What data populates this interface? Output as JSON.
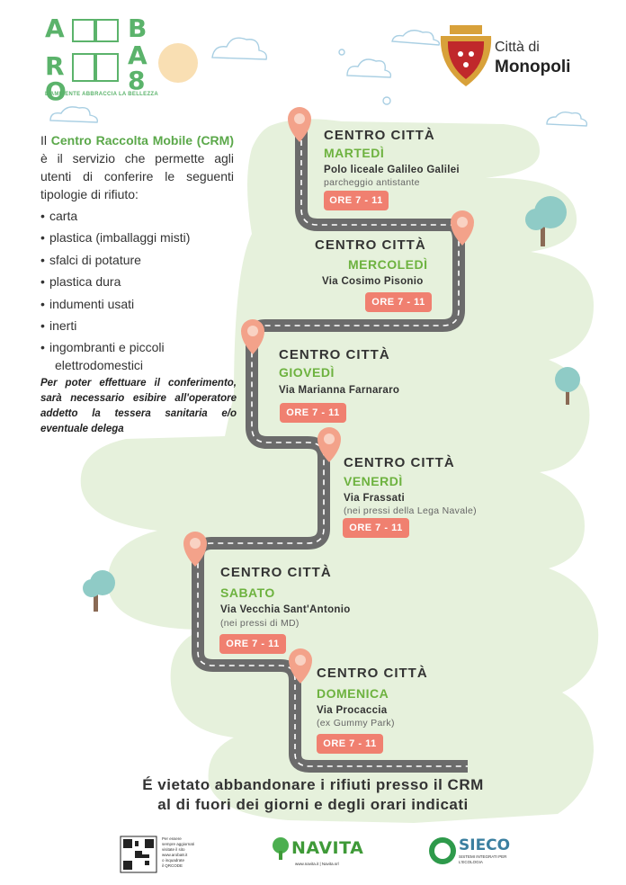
{
  "header": {
    "logo_letters": [
      "A",
      "R",
      "O",
      "B",
      "A",
      "8"
    ],
    "logo_tagline": "L'AMBIENTE ABBRACCIA LA BELLEZZA",
    "city_label": "Città di",
    "city_name": "Monopoli"
  },
  "intro": {
    "t1": "Il ",
    "highlight": "Centro Raccolta Mobile (CRM)",
    "t2": " è il servizio che permette agli utenti di conferire le seguenti tipologie di rifiuto:"
  },
  "waste_types": [
    "carta",
    "plastica (imballaggi misti)",
    "sfalci di potature",
    "plastica dura",
    "indumenti usati",
    "inerti",
    "ingombranti e piccoli"
  ],
  "waste_continuation": "elettrodomestici",
  "note": "Per poter effettuare il conferimento, sarà necessario esibire all'operatore addetto la tessera sanitaria e/o eventuale delega",
  "stops": [
    {
      "title": "CENTRO CITTÀ",
      "day": "MARTEDÌ",
      "address": "Polo liceale Galileo Galilei",
      "note": "parcheggio antistante",
      "hours": "ORE 7 - 11"
    },
    {
      "title": "CENTRO CITTÀ",
      "day": "MERCOLEDÌ",
      "address": "Via Cosimo Pisonio",
      "note": "",
      "hours": "ORE 7 - 11"
    },
    {
      "title": "CENTRO CITTÀ",
      "day": "GIOVEDÌ",
      "address": "Via Marianna Farnararo",
      "note": "",
      "hours": "ORE 7 - 11"
    },
    {
      "title": "CENTRO CITTÀ",
      "day": "VENERDÌ",
      "address": "Via Frassati",
      "note": "(nei pressi della Lega Navale)",
      "hours": "ORE 7 - 11"
    },
    {
      "title": "CENTRO CITTÀ",
      "day": "SABATO",
      "address": "Via Vecchia Sant'Antonio",
      "note": "(nei pressi di MD)",
      "hours": "ORE 7 - 11"
    },
    {
      "title": "CENTRO CITTÀ",
      "day": "DOMENICA",
      "address": "Via Procaccia",
      "note": "(ex Gummy Park)",
      "hours": "ORE 7 - 11"
    }
  ],
  "bottom_message": {
    "line1": "É vietato abbandonare i rifiuti presso il CRM",
    "line2": "al di fuori dei giorni e degli orari indicati"
  },
  "footer": {
    "qr_text": [
      "Per essere",
      "sempre aggiornati",
      "visitate il sito",
      "www.aroba8.it",
      "o inquadrate",
      "il QRCODE"
    ],
    "navita": "NAVITA",
    "navita_sub": "www.navita.it  |  Navita.srl",
    "sieco": "SIECO",
    "sieco_sub": "SISTEMI INTEGRATI PER L'ECOLOGIA"
  },
  "colors": {
    "green": "#6db23f",
    "badge": "#f08070",
    "blob": "#e6f1dc",
    "road": "#6b6b6b",
    "pin": "#f3a28a"
  }
}
